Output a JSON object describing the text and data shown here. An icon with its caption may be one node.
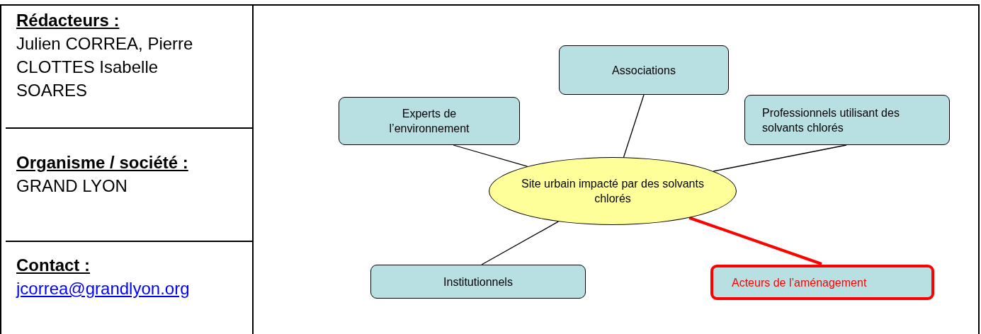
{
  "diagram": {
    "nodes": [
      {
        "text": [
          "Site urbain impacté par des solvants chlorés"
        ]
      },
      {
        "text": [
          "Associations"
        ]
      },
      {
        "text": [
          "Experts de l’environnement"
        ]
      },
      {
        "text": [
          "Professionnels utilisant des solvants chlorés"
        ]
      },
      {
        "text": [
          "Institutionnels"
        ]
      },
      {
        "text": [
          "Acteurs de l’aménagement"
        ]
      }
    ],
    "edges": [
      {
        "from": 0,
        "to": 1,
        "arrow": "none"
      },
      {
        "from": 0,
        "to": 2,
        "arrow": "none"
      },
      {
        "from": 0,
        "to": 3,
        "arrow": "none"
      },
      {
        "from": 0,
        "to": 4,
        "arrow": "none"
      },
      {
        "from": 0,
        "to": 5,
        "arrow": "none",
        "style": "thick",
        "color": "#ff0000"
      }
    ],
    "labels": [
      "Rédacteurs :",
      "Julien CORREA, Pierre CLOTTES Isabelle SOARES",
      "Organisme / société :",
      "GRAND LYON",
      "Contact :",
      "jcorrea@grandlyon.org"
    ]
  }
}
